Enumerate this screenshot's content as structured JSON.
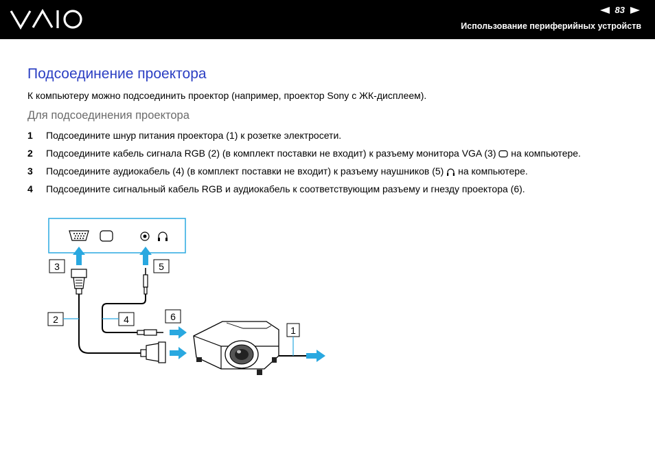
{
  "header": {
    "logo": "VAIO",
    "page_number": "83",
    "section": "Использование периферийных устройств"
  },
  "title": "Подсоединение проектора",
  "intro": "К компьютеру можно подсоединить проектор (например, проектор Sony с ЖК-дисплеем).",
  "subtitle": "Для подсоединения проектора",
  "steps": [
    {
      "num": "1",
      "text": "Подсоедините шнур питания проектора (1) к розетке электросети."
    },
    {
      "num": "2",
      "text_before": "Подсоедините кабель сигнала RGB (2) (в комплект поставки не входит) к разъему монитора VGA (3)",
      "text_after": "на компьютере."
    },
    {
      "num": "3",
      "text_before": "Подсоедините аудиокабель (4) (в комплект поставки не входит) к разъему наушников (5)",
      "text_after": "на компьютере."
    },
    {
      "num": "4",
      "text": "Подсоедините сигнальный кабель RGB и аудиокабель к соответствующим разъему и гнезду проектора (6)."
    }
  ],
  "diagram": {
    "callouts": [
      "1",
      "2",
      "3",
      "4",
      "5",
      "6"
    ],
    "colors": {
      "arrow": "#29a8e0",
      "line": "#000000"
    }
  }
}
